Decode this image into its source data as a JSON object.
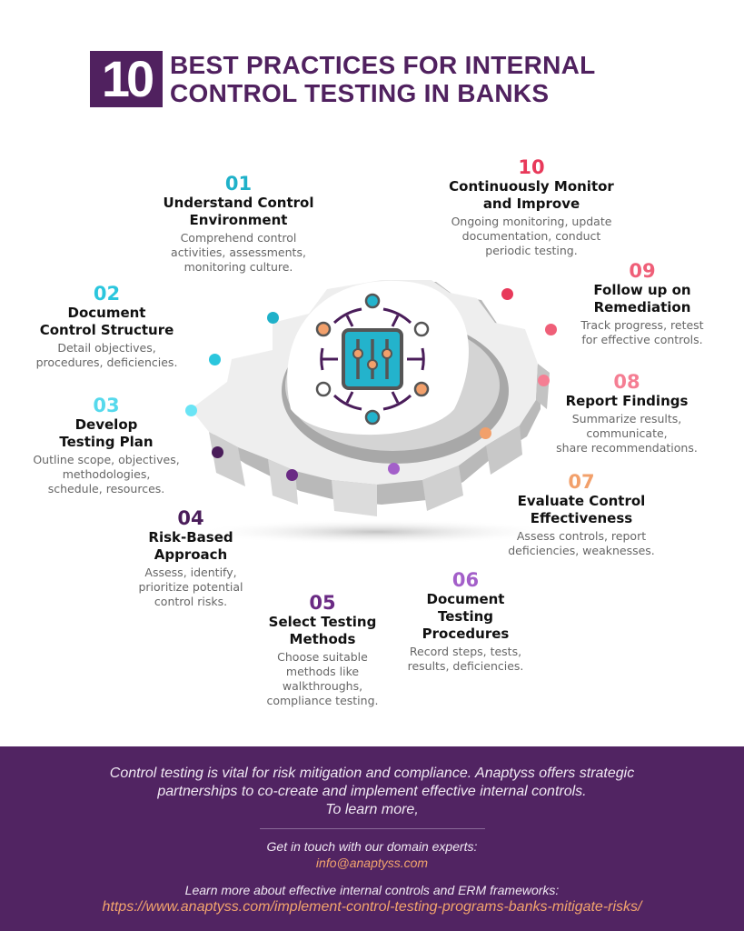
{
  "header": {
    "number": "10",
    "title_line1": "BEST PRACTICES FOR INTERNAL",
    "title_line2": "CONTROL TESTING IN BANKS"
  },
  "colors": {
    "brand_purple": "#50215f",
    "footer_bg": "#512462",
    "link_orange": "#f2a46d"
  },
  "center_icon": "control-settings-sliders-icon",
  "steps": [
    {
      "num": "01",
      "color": "#1fb1c9",
      "title_l1": "Understand Control",
      "title_l2": "Environment",
      "desc_l1": "Comprehend control",
      "desc_l2": "activities, assessments,",
      "desc_l3": "monitoring culture."
    },
    {
      "num": "02",
      "color": "#2bc6dd",
      "title_l1": "Document",
      "title_l2": "Control Structure",
      "desc_l1": "Detail objectives,",
      "desc_l2": "procedures, deficiencies."
    },
    {
      "num": "03",
      "color": "#56d9ec",
      "title_l1": "Develop",
      "title_l2": "Testing Plan",
      "desc_l1": "Outline scope, objectives,",
      "desc_l2": "methodologies,",
      "desc_l3": "schedule, resources."
    },
    {
      "num": "04",
      "color": "#4a1d5a",
      "title_l1": "Risk-Based",
      "title_l2": "Approach",
      "desc_l1": "Assess, identify,",
      "desc_l2": "prioritize potential",
      "desc_l3": "control risks."
    },
    {
      "num": "05",
      "color": "#6a2a84",
      "title_l1": "Select Testing",
      "title_l2": "Methods",
      "desc_l1": "Choose suitable",
      "desc_l2": "methods like",
      "desc_l3": "walkthroughs,",
      "desc_l4": "compliance testing."
    },
    {
      "num": "06",
      "color": "#a35fc9",
      "title_l1": "Document",
      "title_l2": "Testing",
      "title_l3": "Procedures",
      "desc_l1": "Record steps, tests,",
      "desc_l2": "results, deficiencies."
    },
    {
      "num": "07",
      "color": "#f2a06b",
      "title_l1": "Evaluate Control",
      "title_l2": "Effectiveness",
      "desc_l1": "Assess controls, report",
      "desc_l2": "deficiencies, weaknesses."
    },
    {
      "num": "08",
      "color": "#f57e93",
      "title_l1": "Report Findings",
      "desc_l1": "Summarize results,",
      "desc_l2": "communicate,",
      "desc_l3": "share recommendations."
    },
    {
      "num": "09",
      "color": "#ef5f78",
      "title_l1": "Follow up on",
      "title_l2": "Remediation",
      "desc_l1": "Track progress, retest",
      "desc_l2": "for effective controls."
    },
    {
      "num": "10",
      "color": "#e8395a",
      "title_l1": "Continuously Monitor",
      "title_l2": "and Improve",
      "desc_l1": "Ongoing monitoring, update",
      "desc_l2": "documentation, conduct",
      "desc_l3": "periodic testing."
    }
  ],
  "footer": {
    "intro_l1": "Control testing is vital for risk mitigation and compliance. Anaptyss offers strategic",
    "intro_l2": "partnerships to co-create and implement effective internal controls.",
    "intro_l3": "To learn more,",
    "contact_label": "Get in touch with our domain experts:",
    "email": "info@anaptyss.com",
    "learn_label": "Learn more about effective internal controls and ERM frameworks:",
    "url": "https://www.anaptyss.com/implement-control-testing-programs-banks-mitigate-risks/"
  }
}
